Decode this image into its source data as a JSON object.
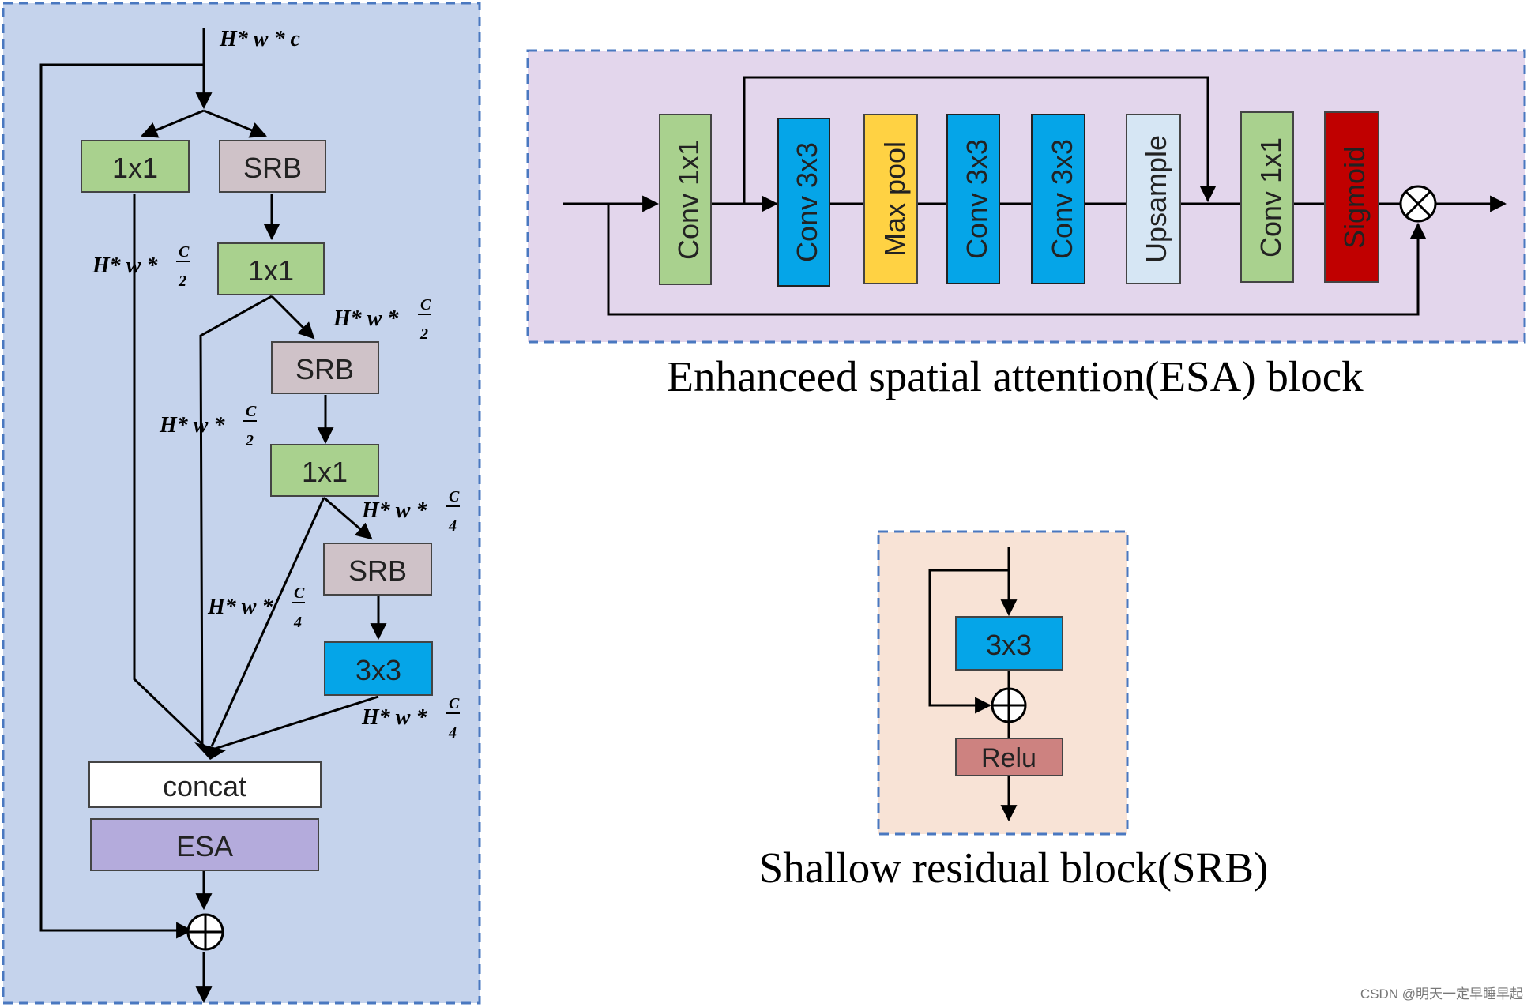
{
  "main_block": {
    "input_label": "H* w * c",
    "boxes": {
      "conv1x1_a": "1x1",
      "srb_a": "SRB",
      "conv1x1_b": "1x1",
      "srb_b": "SRB",
      "conv1x1_c": "1x1",
      "srb_c": "SRB",
      "conv3x3": "3x3",
      "concat": "concat",
      "esa": "ESA"
    },
    "dim_labels": {
      "d1": {
        "prefix": "H* w *",
        "num": "C",
        "den": "2"
      },
      "d2": {
        "prefix": "H* w *",
        "num": "C",
        "den": "2"
      },
      "d3": {
        "prefix": "H* w *",
        "num": "C",
        "den": "2"
      },
      "d4": {
        "prefix": "H* w *",
        "num": "C",
        "den": "4"
      },
      "d5": {
        "prefix": "H* w *",
        "num": "C",
        "den": "4"
      },
      "d6": {
        "prefix": "H* w *",
        "num": "C",
        "den": "4"
      }
    },
    "plus_symbol": "⊕"
  },
  "esa_block": {
    "title": "Enhanceed spatial attention(ESA) block",
    "layers": {
      "l1": "Conv 1x1",
      "l2": "Conv 3x3",
      "l3": "Max pool",
      "l4": "Conv 3x3",
      "l5": "Conv 3x3",
      "l6": "Upsample",
      "l7": "Conv 1x1",
      "l8": "Sigmoid"
    },
    "multiply_symbol": "⊗"
  },
  "srb_block": {
    "title": "Shallow residual block(SRB)",
    "conv": "3x3",
    "relu": "Relu",
    "plus_symbol": "⊕"
  },
  "watermark": "CSDN @明天一定早睡早起",
  "colors": {
    "main_bg": "#c5d3ec",
    "esa_bg": "#e3d6ec",
    "srb_bg": "#f8e3d6",
    "dash_border": "#4a78c0",
    "conv1x1_fill": "#a9d18e",
    "srb_fill": "#cfc2c8",
    "conv3x3_fill": "#05a5e8",
    "maxpool_fill": "#ffd243",
    "upsample_fill": "#d6e6f4",
    "sigmoid_fill": "#c00000",
    "esa_fill": "#b4abdc",
    "relu_fill": "#cd8280",
    "concat_fill": "#ffffff"
  }
}
